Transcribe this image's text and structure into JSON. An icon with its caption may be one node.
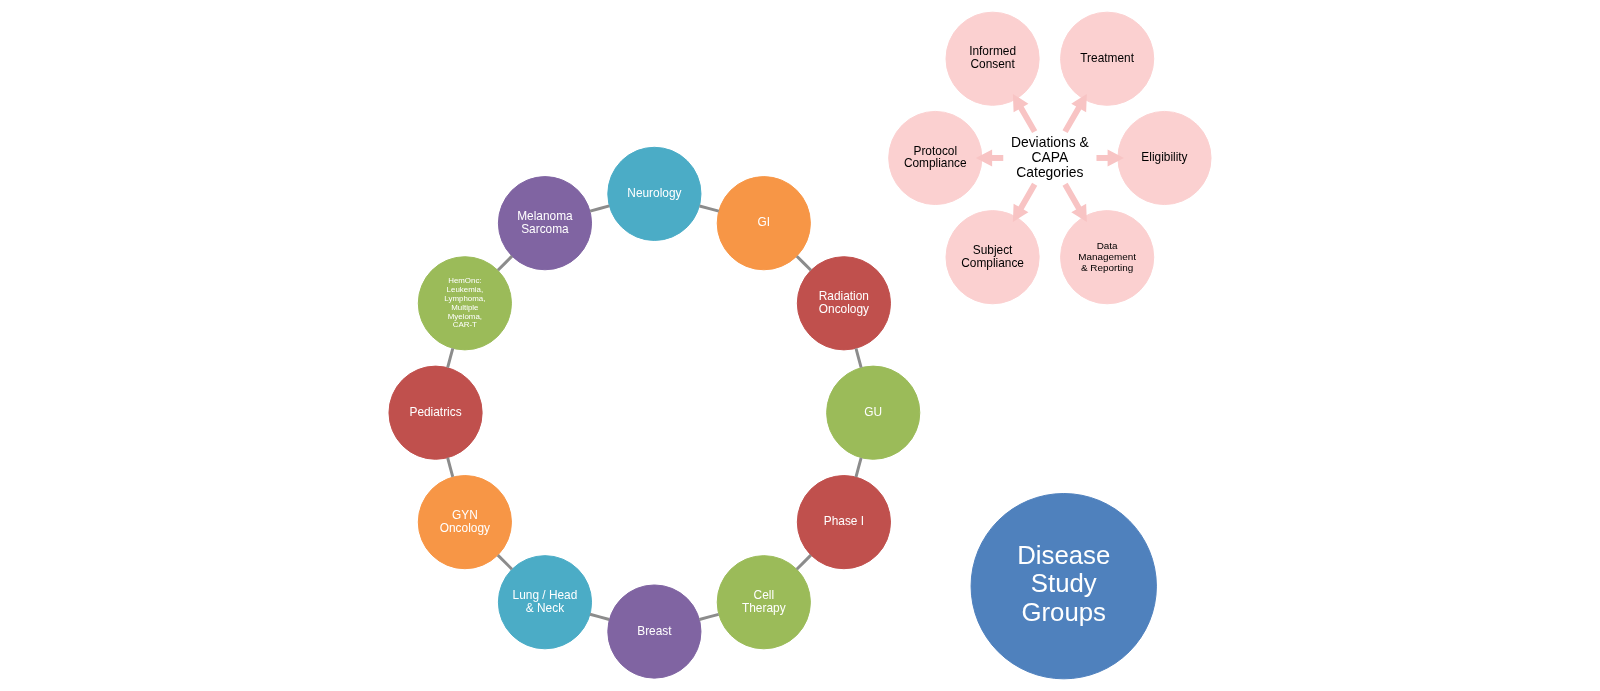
{
  "diagram": {
    "nodes": [
      {
        "text": [
          "Deviations & CAPA Categories"
        ]
      },
      {
        "text": [
          "Eligibility"
        ]
      },
      {
        "text": [
          "Treatment"
        ]
      },
      {
        "text": [
          "Informed Consent"
        ]
      },
      {
        "text": [
          "Protocol Compliance"
        ]
      },
      {
        "text": [
          "Subject Compliance"
        ]
      },
      {
        "text": [
          "Data Management & Reporting"
        ]
      },
      {
        "text": [
          "Disease Study Groups"
        ]
      },
      {
        "text": [
          "Phase I"
        ]
      },
      {
        "text": [
          "Cell Therapy"
        ]
      },
      {
        "text": [
          "Breast"
        ]
      },
      {
        "text": [
          "Lung / Head & Neck"
        ]
      },
      {
        "text": [
          "GYN Oncology"
        ]
      },
      {
        "text": [
          "Pediatrics"
        ]
      },
      {
        "text": [
          "HemOnc: Leukemia, Lymphoma, Multiple Myeloma, CAR-T"
        ]
      },
      {
        "text": [
          "Melanoma Sarcoma"
        ]
      },
      {
        "text": [
          "Neurology"
        ]
      },
      {
        "text": [
          "GI"
        ]
      },
      {
        "text": [
          "Radiation Oncology"
        ]
      },
      {
        "text": [
          "GU"
        ]
      }
    ],
    "edges": [
      {
        "from": 0,
        "to": 1,
        "arrow": "to",
        "style": "thick",
        "color": "#f8c4c4"
      },
      {
        "from": 0,
        "to": 2,
        "arrow": "to",
        "style": "thick",
        "color": "#f8c4c4"
      },
      {
        "from": 0,
        "to": 3,
        "arrow": "to",
        "style": "thick",
        "color": "#f8c4c4"
      },
      {
        "from": 0,
        "to": 4,
        "arrow": "to",
        "style": "thick",
        "color": "#f8c4c4"
      },
      {
        "from": 0,
        "to": 5,
        "arrow": "to",
        "style": "thick",
        "color": "#f8c4c4"
      },
      {
        "from": 0,
        "to": 6,
        "arrow": "to",
        "style": "thick",
        "color": "#f8c4c4"
      },
      {
        "from": 8,
        "to": 9,
        "arrow": "none"
      },
      {
        "from": 9,
        "to": 10,
        "arrow": "none"
      },
      {
        "from": 10,
        "to": 11,
        "arrow": "none"
      },
      {
        "from": 11,
        "to": 12,
        "arrow": "none"
      },
      {
        "from": 12,
        "to": 13,
        "arrow": "none"
      },
      {
        "from": 13,
        "to": 14,
        "arrow": "none"
      },
      {
        "from": 14,
        "to": 15,
        "arrow": "none"
      },
      {
        "from": 15,
        "to": 16,
        "arrow": "none"
      },
      {
        "from": 16,
        "to": 17,
        "arrow": "none"
      },
      {
        "from": 17,
        "to": 18,
        "arrow": "none"
      },
      {
        "from": 18,
        "to": 19,
        "arrow": "none"
      },
      {
        "from": 19,
        "to": 8,
        "arrow": "none"
      }
    ]
  }
}
